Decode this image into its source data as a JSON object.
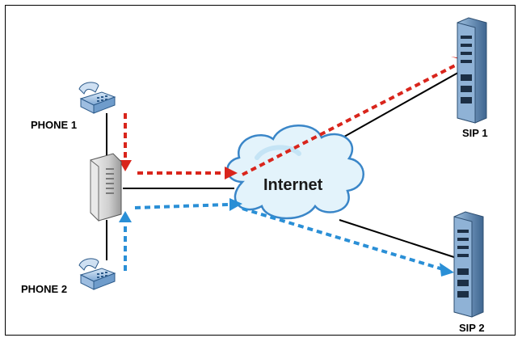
{
  "labels": {
    "phone1": "PHONE 1",
    "phone2": "PHONE 2",
    "sip1": "SIP 1",
    "sip2": "SIP 2",
    "cloud": "Internet"
  },
  "colors": {
    "red_flow": "#d9251c",
    "blue_flow": "#2a8fd6",
    "cloud_fill": "#e3f3fb",
    "cloud_stroke": "#3a86c8",
    "server": "#6d92b8",
    "line": "#000000"
  },
  "icons": [
    "phone-icon",
    "router-icon",
    "cloud-icon",
    "server-icon"
  ]
}
